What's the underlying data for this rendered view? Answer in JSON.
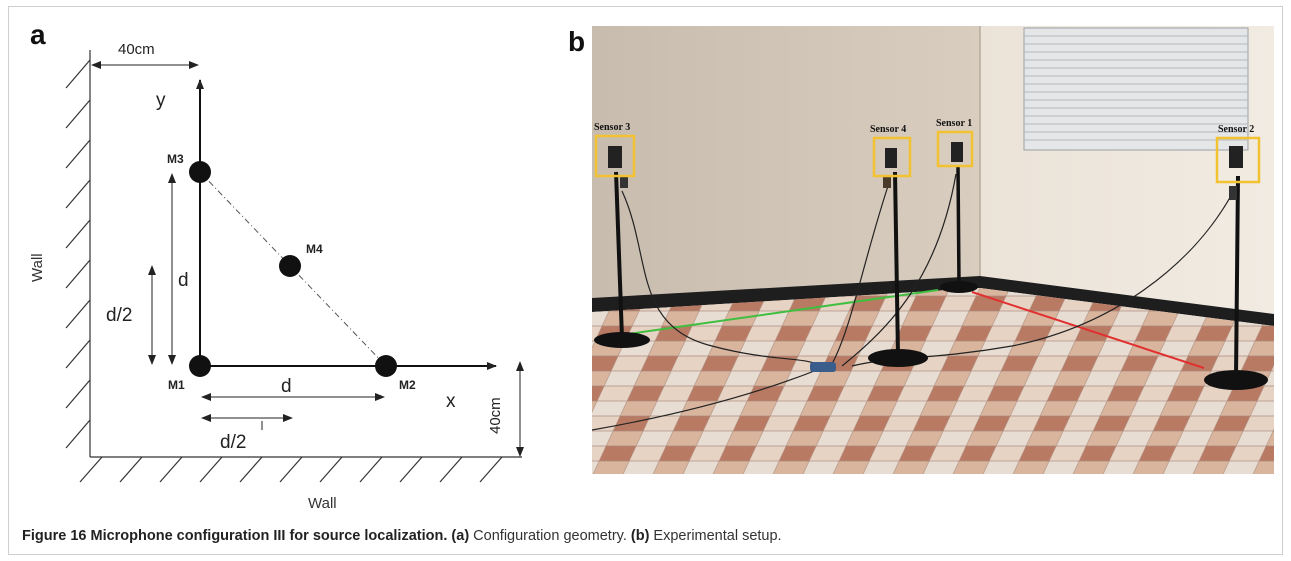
{
  "panel_a": {
    "label": "a",
    "top_dimension": "40cm",
    "y_axis": "y",
    "x_axis": "x",
    "mics": {
      "m1": "M1",
      "m2": "M2",
      "m3": "M3",
      "m4": "M4"
    },
    "d_vertical": "d",
    "d_half_vertical": "d/2",
    "d_horizontal": "d",
    "d_half_horizontal": "d/2",
    "right_dimension": "40cm",
    "wall_left": "Wall",
    "wall_bottom": "Wall"
  },
  "panel_b": {
    "label": "b",
    "sensors": [
      "Sensor 3",
      "Sensor 4",
      "Sensor 1",
      "Sensor 2"
    ],
    "highlight_color": "#f2c230",
    "line_green": "#3fbf3f",
    "line_red": "#e03030"
  },
  "caption": {
    "figure": "Figure 16 Microphone configuration III for source localization.",
    "a_tag": "(a)",
    "a_text": " Configuration geometry. ",
    "b_tag": "(b)",
    "b_text": " Experimental setup."
  }
}
